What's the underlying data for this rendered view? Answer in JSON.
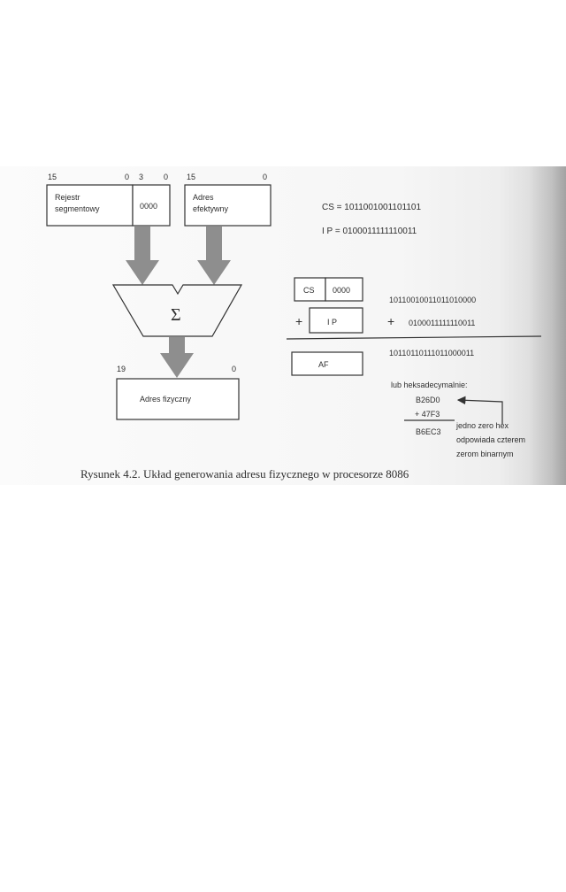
{
  "figure": {
    "caption": "Rysunek 4.2. Układ generowania adresu fizycznego w procesorze 8086"
  },
  "segment_register": {
    "label_line1": "Rejestr",
    "label_line2": "segmentowy",
    "extension": "0000",
    "bit_high": "15",
    "bit_low": "0",
    "ext_bit_high": "3",
    "ext_bit_low": "0"
  },
  "effective_address": {
    "label_line1": "Adres",
    "label_line2": "efektywny",
    "bit_high": "15",
    "bit_low": "0"
  },
  "adder": {
    "symbol": "Σ"
  },
  "physical_address": {
    "label": "Adres fizyczny",
    "bit_high": "19",
    "bit_low": "0"
  },
  "example": {
    "cs_value": "CS = 1011001001101101",
    "ip_value": "I P = 0100011111110011",
    "cs_box_label": "CS",
    "cs_box_ext": "0000",
    "cs_binary": "10110010011011010000",
    "plus_sign": "+",
    "ip_box_label": "I P",
    "ip_binary": "0100011111110011",
    "af_box_label": "AF",
    "af_binary": "10110110111011000011",
    "hex_intro": "lub heksadecymalnie:",
    "hex_cs": "B26D0",
    "hex_ip": "+ 47F3",
    "hex_result": "B6EC3",
    "note_line1": "jedno zero hex",
    "note_line2": "odpowiada czterem",
    "note_line3": "zerom binarnym"
  }
}
